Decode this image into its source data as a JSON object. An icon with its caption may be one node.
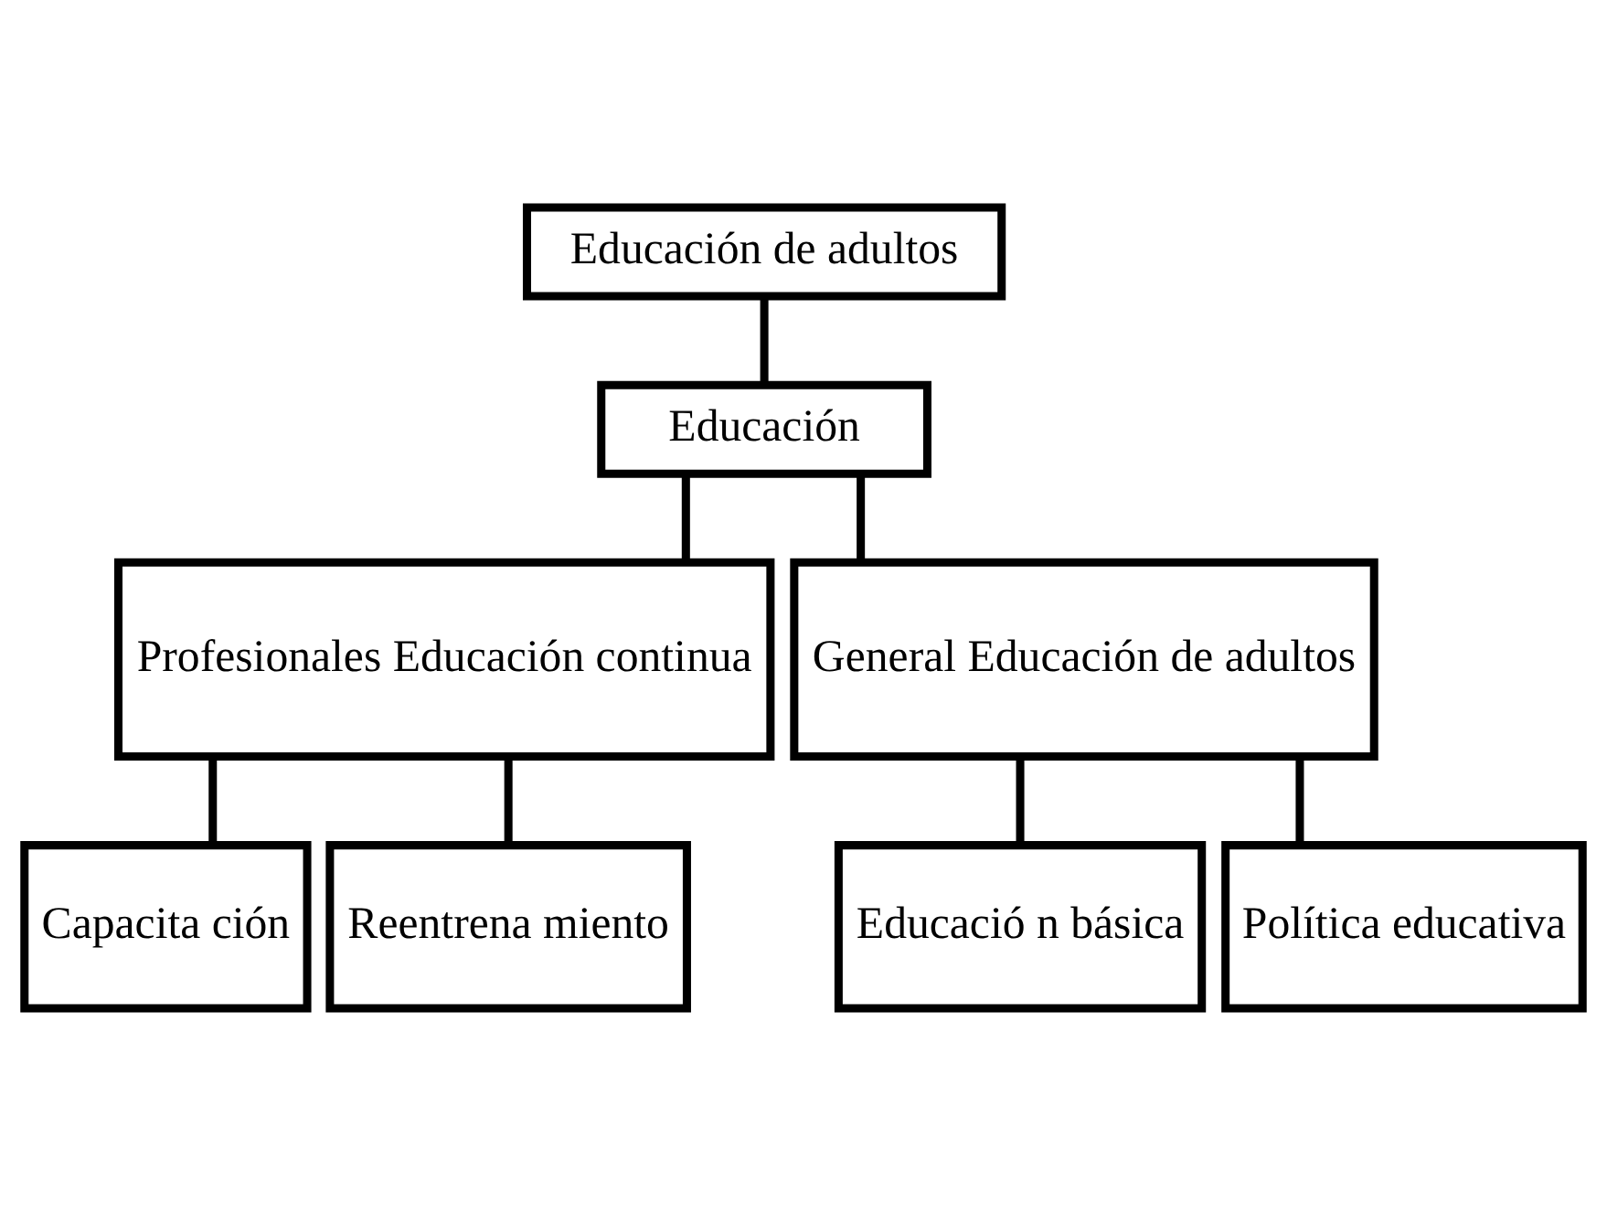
{
  "diagram": {
    "nodes": [
      {
        "text": [
          "Educación de adultos"
        ]
      },
      {
        "text": [
          "Educación"
        ]
      },
      {
        "text": [
          "Profesionales Educación continua"
        ]
      },
      {
        "text": [
          "General Educación de adultos"
        ]
      },
      {
        "text": [
          "Capacita ción"
        ]
      },
      {
        "text": [
          "Reentrena miento"
        ]
      },
      {
        "text": [
          "Educació n básica"
        ]
      },
      {
        "text": [
          "Política educativa"
        ]
      }
    ],
    "edges": [
      {
        "from": 0,
        "to": 1,
        "arrow": "none"
      },
      {
        "from": 1,
        "to": 2,
        "arrow": "none"
      },
      {
        "from": 1,
        "to": 3,
        "arrow": "none"
      },
      {
        "from": 2,
        "to": 4,
        "arrow": "none"
      },
      {
        "from": 2,
        "to": 5,
        "arrow": "none"
      },
      {
        "from": 3,
        "to": 6,
        "arrow": "none"
      },
      {
        "from": 3,
        "to": 7,
        "arrow": "none"
      }
    ]
  }
}
